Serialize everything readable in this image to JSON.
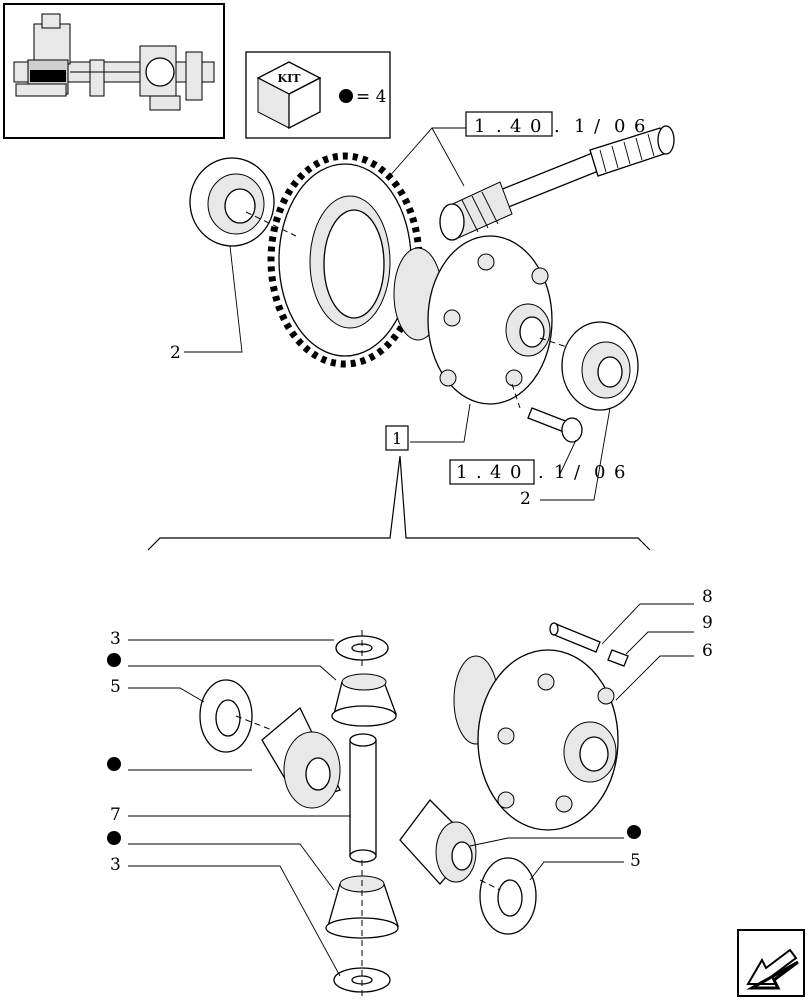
{
  "kit": {
    "badge_label": "KIT",
    "equals_value": "= 4"
  },
  "refs": {
    "top_ref_digits": [
      "1",
      ".",
      "4",
      "0",
      ".",
      "1",
      "/",
      "0",
      "6"
    ],
    "bottom_ref_digits": [
      "1",
      ".",
      "4",
      "0",
      ".",
      "1",
      "/",
      "0",
      "6"
    ],
    "assembly_box": "1"
  },
  "callouts": {
    "bearing_left": "2",
    "bearing_right": "2",
    "washer_top": "3",
    "washer_bottom": "3",
    "thrust_left": "5",
    "thrust_right": "5",
    "carrier": "6",
    "pin": "7",
    "long_pin": "8",
    "roll_pin": "9"
  },
  "colors": {
    "ink": "#000000",
    "paper": "#ffffff",
    "shade": "#e8e8e8"
  },
  "icons": [
    "axle-thumbnail-icon",
    "kit-box-icon",
    "kit-dot-icon",
    "next-page-arrow-icon"
  ]
}
